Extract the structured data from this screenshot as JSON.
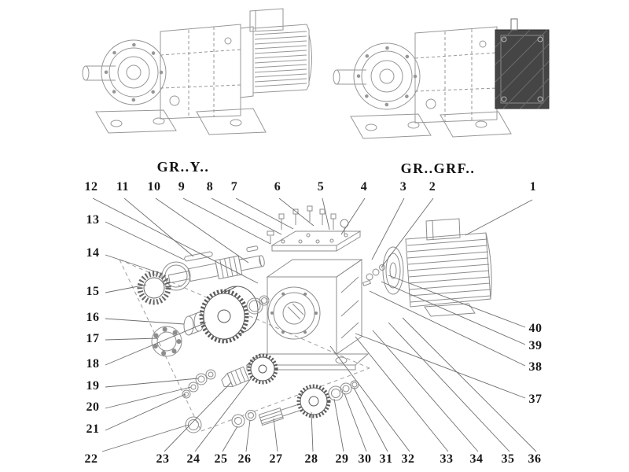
{
  "diagram": {
    "titles": {
      "left": "GR..Y..",
      "right": "GR..GRF.."
    },
    "callouts": {
      "top": [
        "12",
        "11",
        "10",
        "9",
        "8",
        "7",
        "6",
        "5",
        "4",
        "3",
        "2",
        "1"
      ],
      "left": [
        "13",
        "14",
        "15",
        "16",
        "17",
        "18",
        "19",
        "20",
        "21",
        "22"
      ],
      "bottom": [
        "23",
        "24",
        "25",
        "26",
        "27",
        "28",
        "29",
        "30",
        "31",
        "32",
        "33",
        "34",
        "35",
        "36"
      ],
      "right": [
        "40",
        "39",
        "38",
        "37"
      ]
    },
    "colors": {
      "line": "#8d8d8d",
      "dark_line": "#5c5c5c",
      "leader": "#6f6f6f",
      "text": "#1a1a1a",
      "flange_fill": "#454545"
    }
  }
}
